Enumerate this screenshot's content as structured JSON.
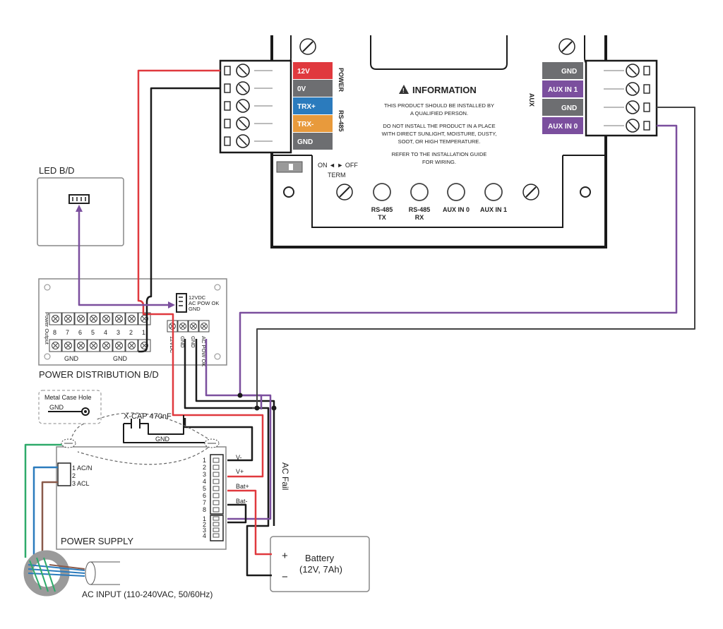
{
  "colors": {
    "red": "#e0393e",
    "black": "#1a1a1a",
    "purple": "#7b4f9e",
    "green": "#2eaa6a",
    "brown": "#8a5a4a",
    "blue": "#2b7bbd",
    "orange": "#e89a3c",
    "gray": "#6d6e71",
    "aux_purple": "#7b4f9e"
  },
  "controller": {
    "power_side_label": "POWER",
    "rs485_side_label": "RS-485",
    "aux_side_label": "AUX",
    "left_terminals": [
      "12V",
      "0V",
      "TRX+",
      "TRX-",
      "GND"
    ],
    "right_terminals": [
      "GND",
      "AUX IN 1",
      "GND",
      "AUX IN 0"
    ],
    "info": {
      "title": "INFORMATION",
      "lines": [
        "THIS PRODUCT SHOULD BE INSTALLED BY",
        "A QUALIFIED PERSON.",
        "DO NOT INSTALL THE PRODUCT IN A PLACE",
        "WITH DIRECT SUNLIGHT, MOISTURE, DUSTY,",
        "SOOT, OR HIGH TEMPERATURE.",
        "REFER TO THE INSTALLATION GUIDE",
        "FOR WIRING."
      ]
    },
    "switch_label": "ON ◄ ► OFF",
    "term_label": "TERM",
    "leds": [
      {
        "line1": "RS-485",
        "line2": "TX"
      },
      {
        "line1": "RS-485",
        "line2": "RX"
      },
      {
        "line1": "AUX IN 0",
        "line2": ""
      },
      {
        "line1": "AUX IN 1",
        "line2": ""
      }
    ]
  },
  "led_board": {
    "title": "LED B/D"
  },
  "power_distribution": {
    "title": "POWER DISTRIBUTION B/D",
    "side_label": "Power Output",
    "top_numbers_left": [
      "8",
      "7",
      "6",
      "5"
    ],
    "top_numbers_right": [
      "4",
      "3",
      "2",
      "1"
    ],
    "gnd_label": "GND",
    "connector_labels": [
      "12VDC",
      "AC POW OK",
      "GND"
    ],
    "bottom_terminal_labels": [
      "12VDC",
      "GND",
      "GND",
      "AC POW OK"
    ]
  },
  "metal_case": {
    "title": "Metal Case Hole",
    "gnd": "GND"
  },
  "xcap_label": "X-CAP 470nF",
  "gnd_wire_label": "GND",
  "power_supply": {
    "title": "POWER SUPPLY",
    "ac_inputs": [
      "1 AC/N",
      "2",
      "3 ACL"
    ],
    "right_pins_a": [
      "1",
      "2",
      "3",
      "4",
      "5",
      "6",
      "7",
      "8"
    ],
    "right_pins_b": [
      "1",
      "2",
      "3",
      "4"
    ],
    "right_labels": [
      "V-",
      "V+",
      "Bat+",
      "Bat-"
    ]
  },
  "ac_fail_label": "AC Fail",
  "battery": {
    "title": "Battery",
    "spec": "(12V, 7Ah)",
    "plus": "+",
    "minus": "−"
  },
  "ac_input_label": "AC INPUT (110-240VAC, 50/60Hz)"
}
